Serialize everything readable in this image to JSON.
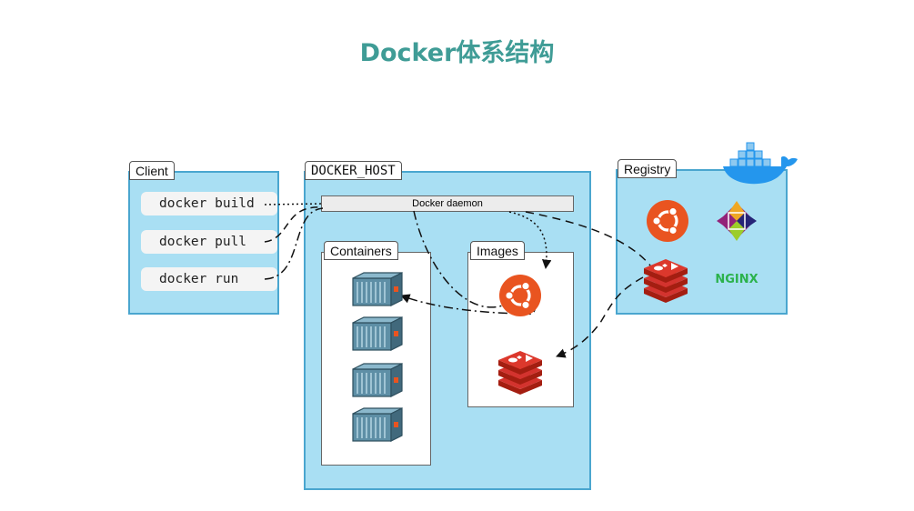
{
  "title": "Docker体系结构",
  "client": {
    "label": "Client",
    "commands": [
      "docker build",
      "docker pull",
      "docker run"
    ]
  },
  "docker_host": {
    "label": "DOCKER_HOST",
    "daemon_label": "Docker daemon",
    "containers_label": "Containers",
    "images_label": "Images"
  },
  "registry": {
    "label": "Registry",
    "nginx_label": "NGINX"
  },
  "colors": {
    "title": "#3f9c96",
    "panel_fill": "#a9dff3",
    "panel_border": "#4aa6cf",
    "ubuntu": "#e95420",
    "redis": "#d3332e",
    "nginx": "#2bb24c",
    "docker_whale": "#2496ed"
  },
  "icons": [
    "docker-whale-icon",
    "ubuntu-icon",
    "centos-icon",
    "redis-icon",
    "nginx-icon",
    "container-icon"
  ]
}
